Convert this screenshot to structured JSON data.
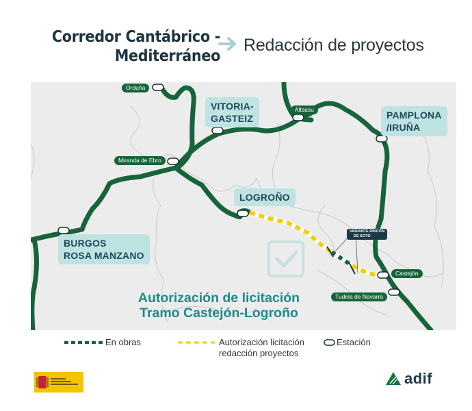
{
  "header": {
    "title_line1": "Corredor Cantábrico -",
    "title_line2": "Mediterráneo",
    "arrow_icon": "arrow-right-icon",
    "subtitle": "Redacción de proyectos"
  },
  "map": {
    "background_color": "#ececec",
    "line_color": "#17633a",
    "planned_color": "#f0d000",
    "cities": [
      {
        "id": "vitoria",
        "line1": "VITORIA-",
        "line2": "GASTEIZ"
      },
      {
        "id": "pamplona",
        "line1": "PAMPLONA",
        "line2": "/IRUÑA"
      },
      {
        "id": "logrono",
        "line1": "LOGROÑO",
        "line2": ""
      },
      {
        "id": "burgos",
        "line1": "BURGOS",
        "line2": "ROSA MANZANO"
      }
    ],
    "stations": [
      {
        "id": "orduna",
        "label": "Orduña"
      },
      {
        "id": "altsasu",
        "label": "Altsasu"
      },
      {
        "id": "miranda",
        "label": "Miranda de Ebro"
      },
      {
        "id": "castejon",
        "label": "Castejón"
      },
      {
        "id": "tudela",
        "label": "Tudela de Navarra"
      }
    ],
    "variante": {
      "line1": "VARIANTE RINCÓN",
      "line2": "DE SOTO"
    },
    "caption": {
      "line1": "Autorización de licitación",
      "line2": "Tramo Castejón-Logroño"
    },
    "check_icon": "checkbox-check-icon"
  },
  "legend": {
    "items": [
      {
        "id": "en-obras",
        "label": "En obras",
        "color": "#17633a"
      },
      {
        "id": "autorizacion",
        "label_line1": "Autorización licitación",
        "label_line2": "redacción proyectos",
        "color": "#f0d000"
      },
      {
        "id": "estacion",
        "label": "Estación"
      }
    ]
  },
  "footer": {
    "ministry_logo": "ministerio-transportes-logo",
    "brand": "adif"
  }
}
